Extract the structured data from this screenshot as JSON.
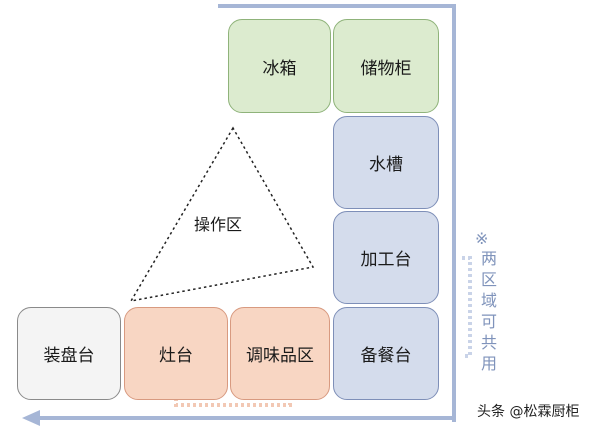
{
  "zones": {
    "fridge": "冰箱",
    "storage_cabinet": "储物柜",
    "sink": "水槽",
    "prep_counter": "加工台",
    "serving_counter": "备餐台",
    "plating_counter": "装盘台",
    "stove": "灶台",
    "seasoning_area": "调味品区"
  },
  "triangle_label": "操作区",
  "note": {
    "mark": "※",
    "text": "两区域可共用"
  },
  "watermark": "头条 @松霖厨柜",
  "colors": {
    "storage_zone": "#dcebcf",
    "wash_prep_zone": "#d4dcec",
    "cooking_zone": "#f8d6c3",
    "plating_zone": "#f4f4f4",
    "guide_line": "#a6b6d6",
    "note_text": "#7f93bb"
  }
}
